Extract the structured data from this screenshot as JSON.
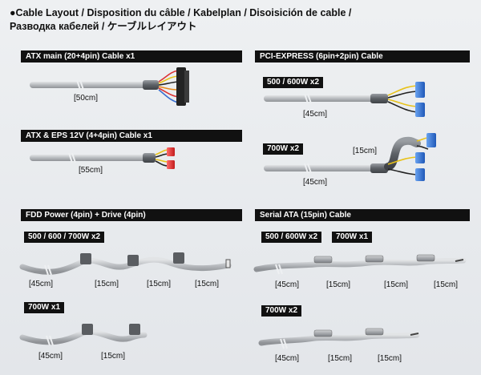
{
  "title": {
    "line1": "●Cable Layout / Disposition du câble / Kabelplan / Disoisición de cable /",
    "line2": "Разводка кабелей / ケーブルレイアウト"
  },
  "sections": {
    "atx_main": {
      "header": "ATX main (20+4pin) Cable x1",
      "length": "[50cm]"
    },
    "atx_eps": {
      "header": "ATX & EPS 12V (4+4pin) Cable x1",
      "length": "[55cm]"
    },
    "pcie": {
      "header": "PCI-EXPRESS (6pin+2pin) Cable",
      "variant1": {
        "label": "500 / 600W x2",
        "length": "[45cm]"
      },
      "variant2": {
        "label": "700W x2",
        "length_main": "[45cm]",
        "length_ext": "[15cm]"
      }
    },
    "fdd": {
      "header": "FDD Power (4pin) + Drive (4pin)",
      "variant1": {
        "label": "500 / 600 / 700W x2",
        "lengths": [
          "[45cm]",
          "[15cm]",
          "[15cm]",
          "[15cm]"
        ]
      },
      "variant2": {
        "label": "700W x1",
        "lengths": [
          "[45cm]",
          "[15cm]"
        ]
      }
    },
    "sata": {
      "header": "Serial ATA (15pin) Cable",
      "variant1": {
        "label_a": "500 / 600W x2",
        "label_b": "700W x1",
        "lengths": [
          "[45cm]",
          "[15cm]",
          "[15cm]",
          "[15cm]"
        ]
      },
      "variant2": {
        "label": "700W x2",
        "lengths": [
          "[45cm]",
          "[15cm]",
          "[15cm]"
        ]
      }
    }
  },
  "colors": {
    "cable": "#bfc2c6",
    "sleeve": "#666a6f",
    "pcie_connector": "#2b6fd6",
    "eps_connector": "#e53030",
    "atx_connector": "#232323",
    "wire_yellow": "#e8c21a",
    "wire_red": "#d33",
    "wire_orange": "#e88a1a"
  }
}
